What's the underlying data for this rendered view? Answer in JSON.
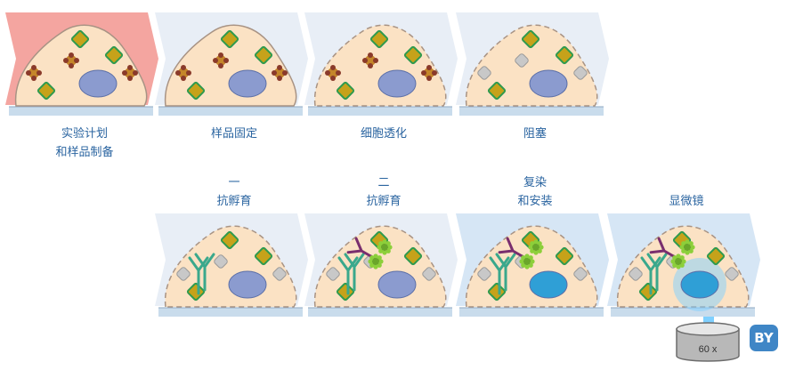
{
  "steps": [
    {
      "id": "plan",
      "lines": [
        "实验计划",
        "和样品制备"
      ],
      "antigen": "colored",
      "membrane": "solid",
      "primary": false,
      "secondary": false,
      "bg": "#f4a5a0",
      "nucleus": "#8b9bcf"
    },
    {
      "id": "fix",
      "lines": [
        "样品固定"
      ],
      "antigen": "colored",
      "membrane": "solid",
      "primary": false,
      "secondary": false,
      "bg": "#e8eef6",
      "nucleus": "#8b9bcf"
    },
    {
      "id": "perm",
      "lines": [
        "细胞透化"
      ],
      "antigen": "colored",
      "membrane": "dashed",
      "primary": false,
      "secondary": false,
      "bg": "#e8eef6",
      "nucleus": "#8b9bcf"
    },
    {
      "id": "block",
      "lines": [
        "阻塞"
      ],
      "antigen": "grey",
      "membrane": "dashed",
      "primary": false,
      "secondary": false,
      "bg": "#e8eef6",
      "nucleus": "#8b9bcf"
    },
    {
      "id": "primary",
      "lines": [
        "一",
        "抗孵育"
      ],
      "antigen": "grey",
      "membrane": "dashed",
      "primary": true,
      "secondary": false,
      "bg": "#e8eef6",
      "nucleus": "#8b9bcf"
    },
    {
      "id": "secondary",
      "lines": [
        "二",
        "抗孵育"
      ],
      "antigen": "grey",
      "membrane": "dashed",
      "primary": true,
      "secondary": true,
      "bg": "#e8eef6",
      "nucleus": "#8b9bcf"
    },
    {
      "id": "counter",
      "lines": [
        "复染",
        "和安装"
      ],
      "antigen": "grey",
      "membrane": "dashed",
      "primary": true,
      "secondary": true,
      "bg": "#d6e6f5",
      "nucleus": "#2f9fd6"
    },
    {
      "id": "micro",
      "lines": [
        "显微镜"
      ],
      "antigen": "grey",
      "membrane": "dashed",
      "primary": true,
      "secondary": true,
      "bg": "#d6e6f5",
      "nucleus": "#2f9fd6",
      "glow": true
    }
  ],
  "objective_label": "60 x",
  "badge_text": "BY",
  "colors": {
    "cell_fill": "#fbe2c4",
    "cell_stroke": "#a89384",
    "slide": "#c9dcec",
    "antigen_green": "#c6a21a",
    "antigen_inner": "#2f9a4e",
    "antigen_red": "#8a3a2a",
    "antibody_primary": "#3aa88c",
    "antibody_secondary": "#7a2e6e",
    "fluor": "#8ccf3a"
  }
}
